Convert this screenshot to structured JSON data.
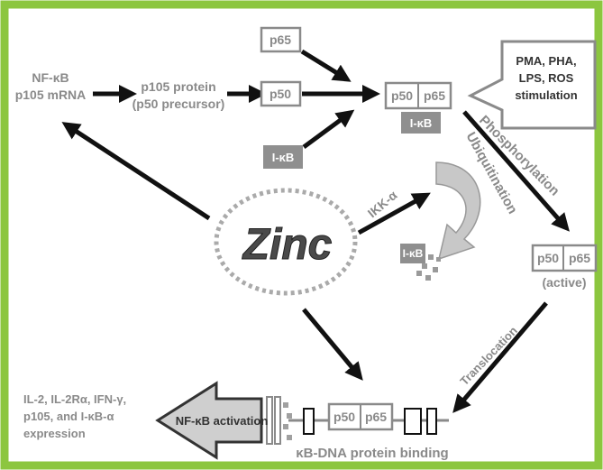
{
  "nodes": {
    "mrna": {
      "line1": "NF-κB",
      "line2": "p105 mRNA"
    },
    "p105": {
      "line1": "p105 protein",
      "line2": "(p50 precursor)"
    },
    "p65": "p65",
    "p50": "p50",
    "ikb": "I-κB",
    "complex": {
      "p50": "p50",
      "p65": "p65",
      "ikb": "I-κB"
    },
    "stimulation": {
      "line1": "PMA, PHA,",
      "line2": "LPS, ROS",
      "line3": "stimulation",
      "line4": ""
    },
    "zinc": "Zinc",
    "degraded_ikb": "I-κB",
    "active": {
      "p50": "p50",
      "p65": "p65",
      "state": "(active)"
    },
    "dna_bound": {
      "p50": "p50",
      "p65": "p65"
    }
  },
  "labels": {
    "phosphorylation": "Phosphorylation",
    "ubiquitination": "Ubiquitination",
    "ikk": "IKK-α",
    "translocation": "Translocation",
    "dna_binding": "κB-DNA protein binding",
    "activation": "NF-κB activation",
    "expression": {
      "line1": "IL-2, IL-2Rα, IFN-γ,",
      "line2": "p105, and  I-κB-α",
      "line3": "expression"
    }
  },
  "colors": {
    "frame": "#8cc63f",
    "text_grey": "#8a8a8a",
    "arrow": "#111111",
    "ikb_fill": "#8f8f8f"
  }
}
